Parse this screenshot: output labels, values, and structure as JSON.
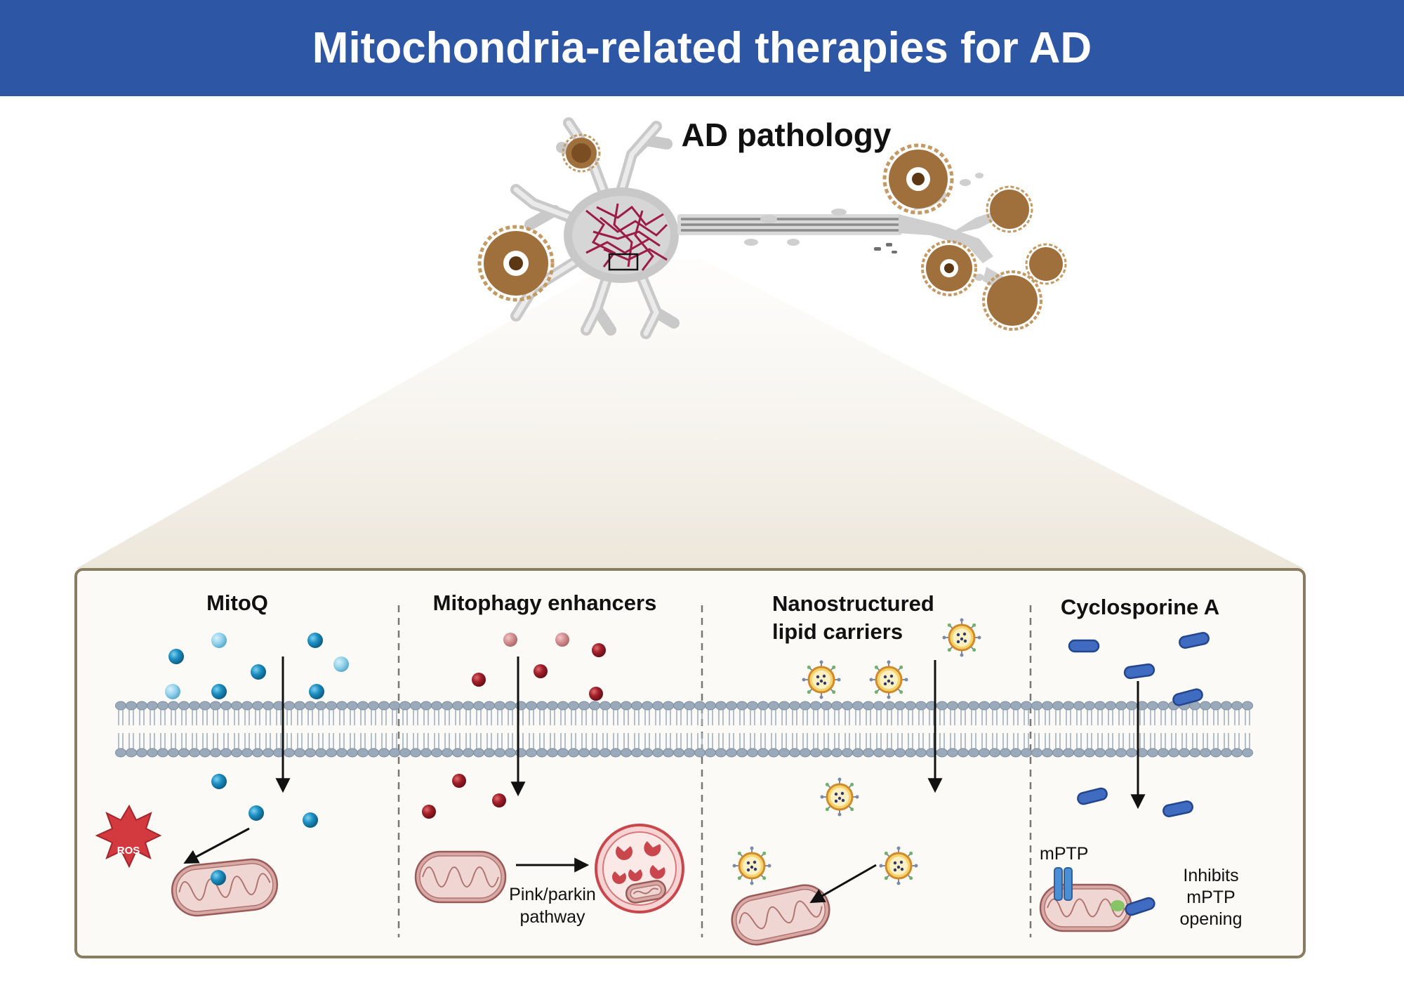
{
  "header": {
    "title": "Mitochondria-related therapies for AD"
  },
  "neuron": {
    "label": "AD pathology"
  },
  "panels": [
    {
      "title": "MitoQ",
      "badge": "ROS"
    },
    {
      "title": "Mitophagy enhancers",
      "caption_line1": "Pink/parkin",
      "caption_line2": "pathway"
    },
    {
      "title_line1": "Nanostructured",
      "title_line2": "lipid carriers"
    },
    {
      "title": "Cyclosporine A",
      "pore_label": "mPTP",
      "caption_line1": "Inhibits",
      "caption_line2": "mPTP",
      "caption_line3": "opening"
    }
  ],
  "colors": {
    "header_bg": "#2d57a4",
    "panel_bg": "#fcfaf6",
    "panel_border": "#8a7c5e",
    "membrane": "#9aaabb",
    "mitoq": "#1d8fc2",
    "mitophagy": "#a01f2a",
    "cyclosporine": "#3f6bc1",
    "mitochondrion": "#c98a86",
    "plaque": "#a0703c",
    "tangle": "#9c1c48"
  }
}
